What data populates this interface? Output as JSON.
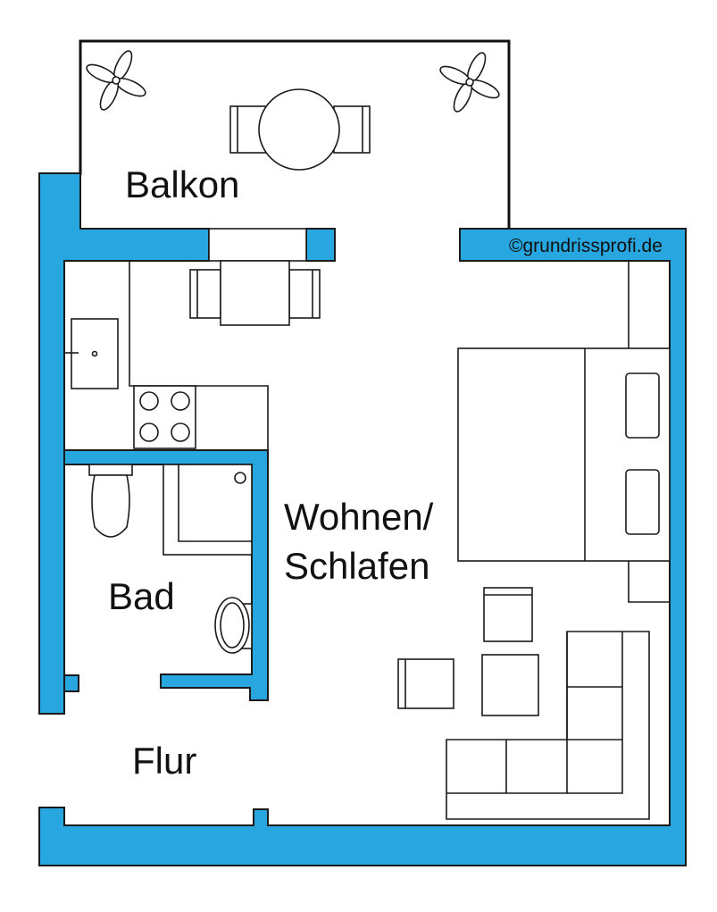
{
  "plan": {
    "rooms": {
      "balcony": "Balkon",
      "living_line1": "Wohnen/",
      "living_line2": "Schlafen",
      "bath": "Bad",
      "hall": "Flur"
    },
    "credit": "©grundrissprofi.de",
    "colors": {
      "wall": "#27a6df",
      "line": "#1a1a1a",
      "background": "#ffffff"
    },
    "icons": [
      "plant-icon",
      "dining-table-icon",
      "bed-icon",
      "toilet-icon",
      "sink-icon",
      "stove-icon",
      "sofa-icon"
    ]
  }
}
